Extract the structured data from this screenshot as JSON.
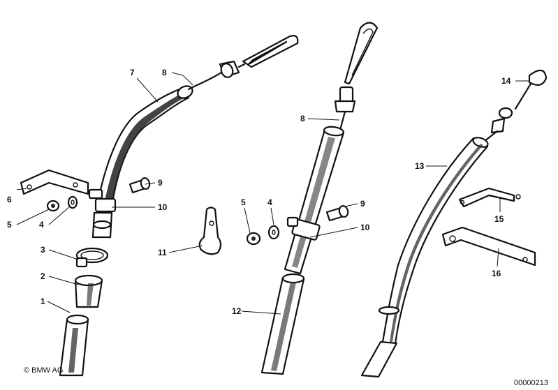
{
  "diagram": {
    "callouts": {
      "c1": "1",
      "c2": "2",
      "c3": "3",
      "c4a": "4",
      "c4b": "4",
      "c5a": "5",
      "c5b": "5",
      "c6": "6",
      "c7": "7",
      "c8a": "8",
      "c8b": "8",
      "c9a": "9",
      "c9b": "9",
      "c10a": "10",
      "c10b": "10",
      "c11": "11",
      "c12": "12",
      "c13": "13",
      "c14": "14",
      "c15": "15",
      "c16": "16"
    },
    "copyright": "© BMW AG",
    "diagram_number": "00000213"
  }
}
